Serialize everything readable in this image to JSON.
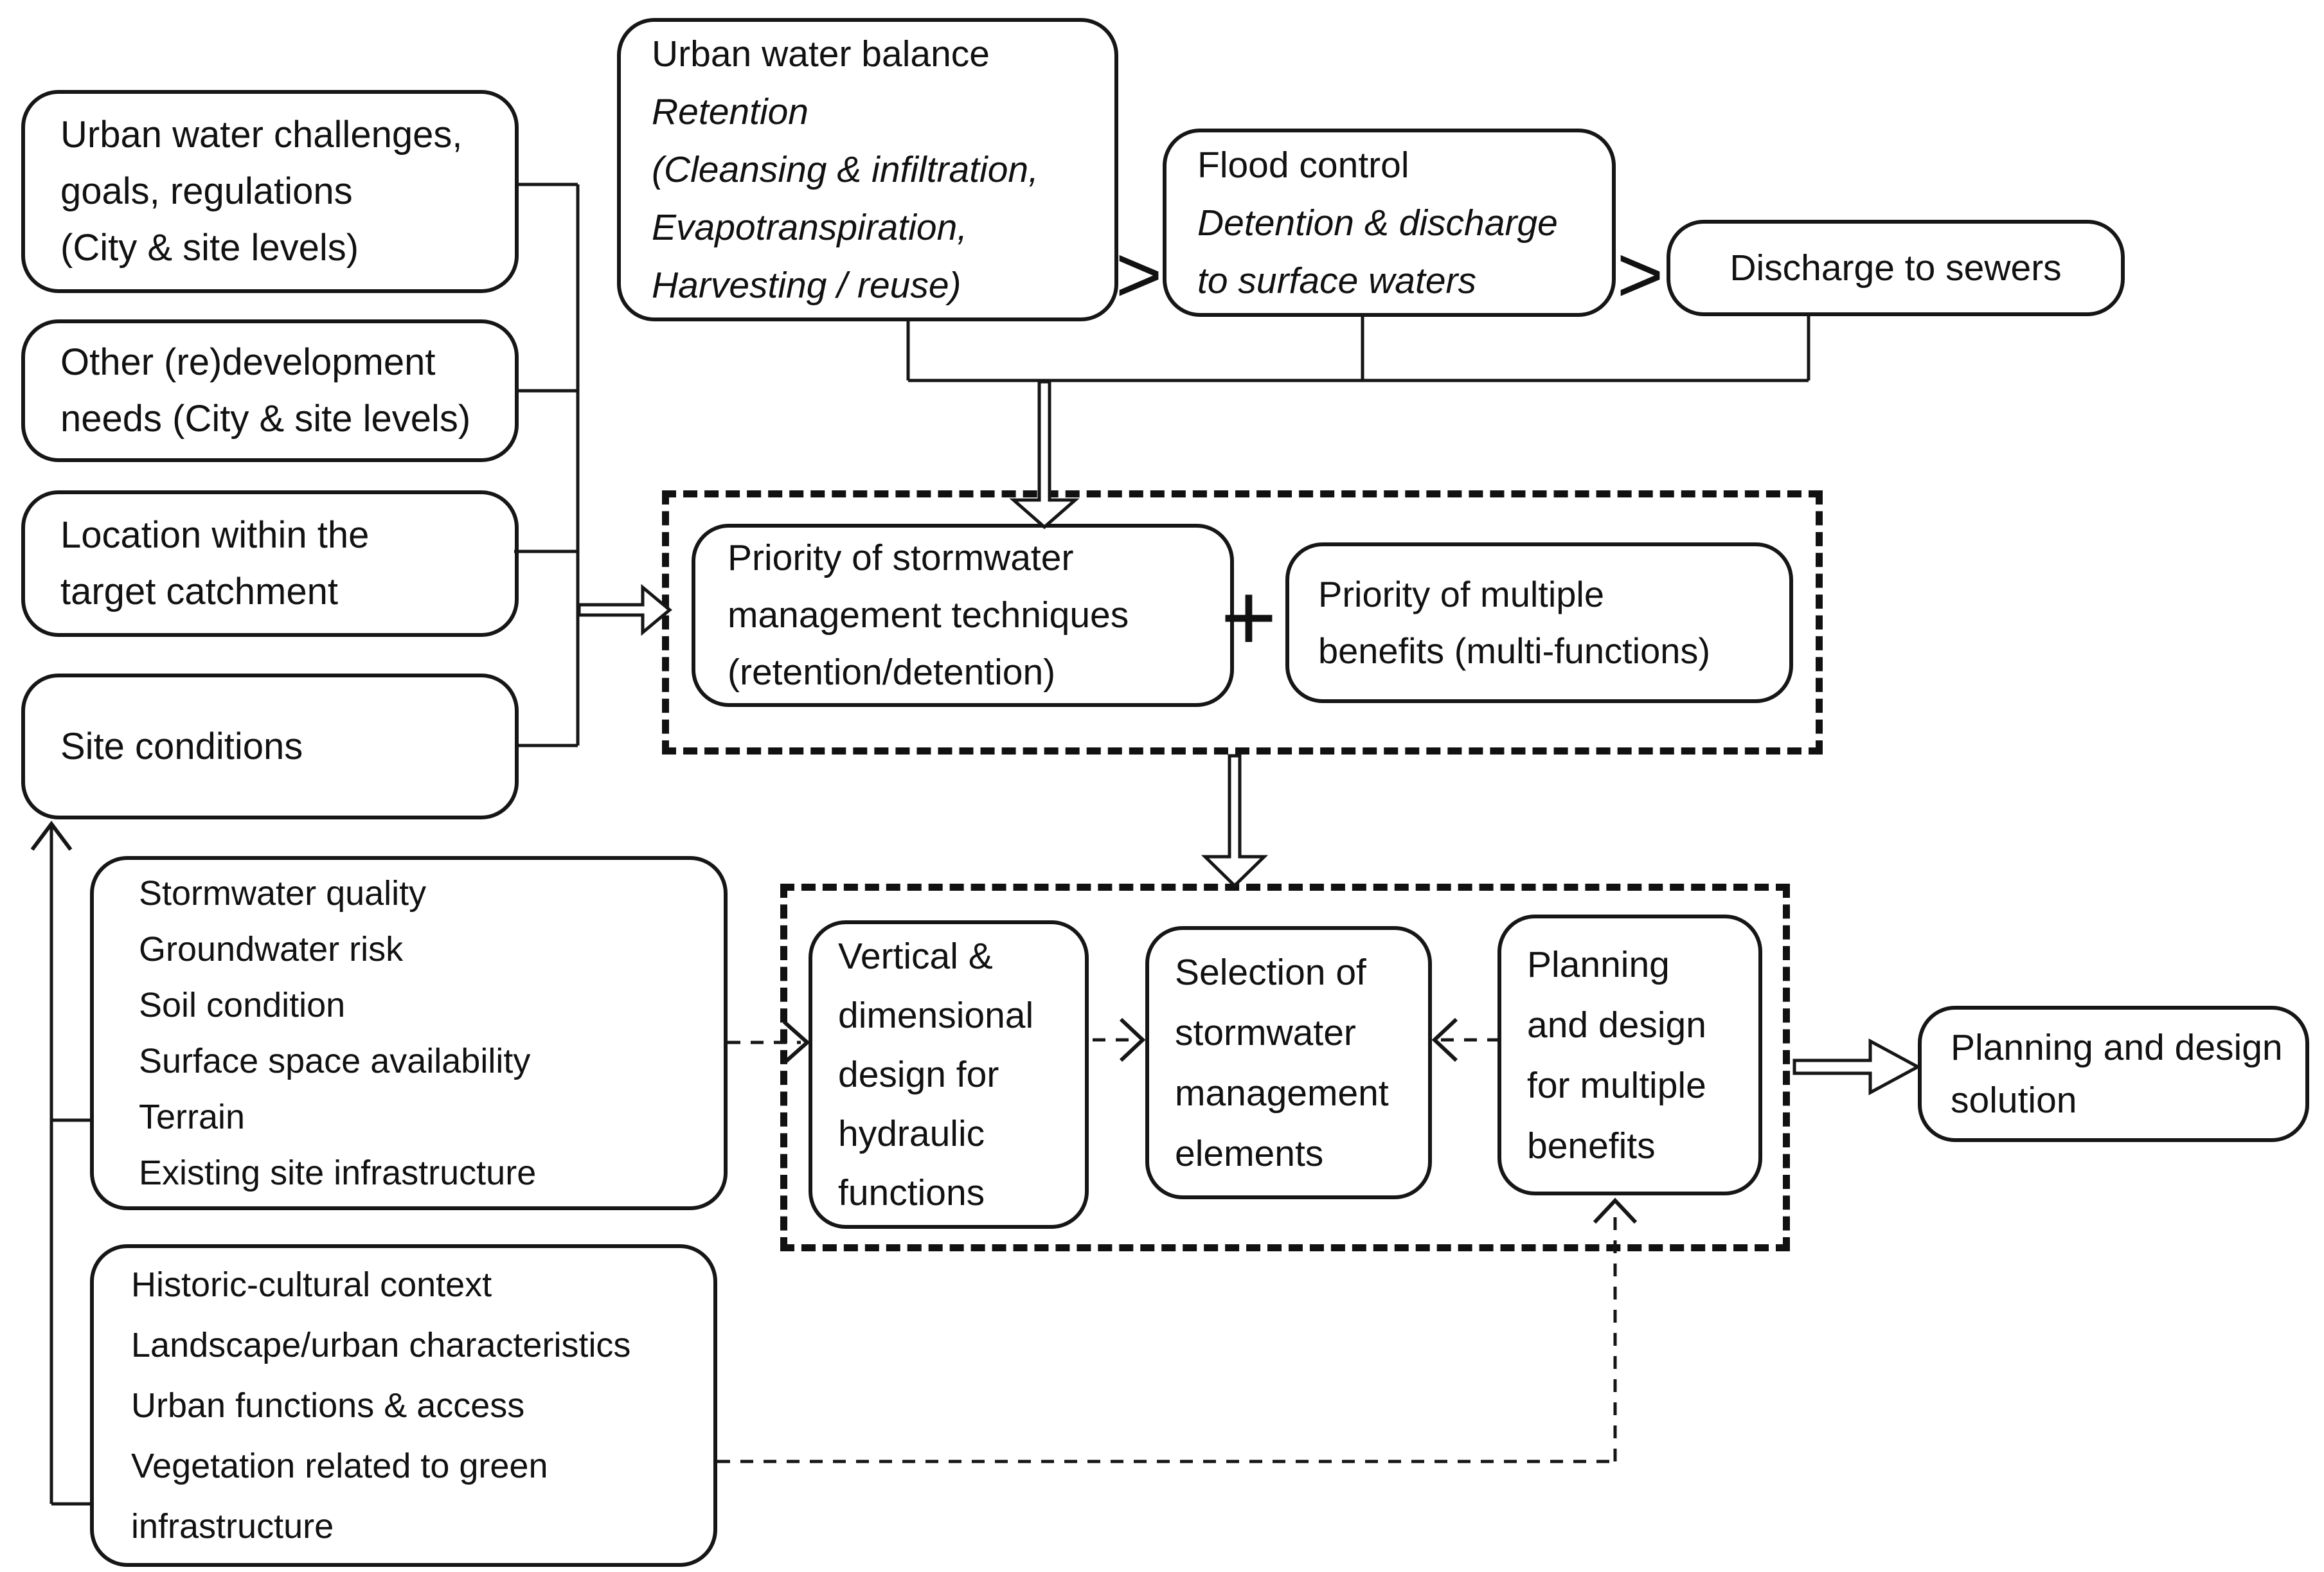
{
  "nodes": {
    "urban_challenges": {
      "lines": [
        "Urban water challenges,",
        "goals, regulations",
        "(City & site levels)"
      ]
    },
    "redevelopment": {
      "lines": [
        "Other (re)development",
        "needs (City & site levels)"
      ]
    },
    "location": {
      "lines": [
        "Location within the",
        "target catchment"
      ]
    },
    "site_conditions": {
      "lines": [
        "Site conditions"
      ]
    },
    "water_balance": {
      "lines": [
        "Urban water balance",
        "Retention",
        "(Cleansing & infiltration,",
        "Evapotranspiration,",
        "Harvesting / reuse)"
      ]
    },
    "flood_control": {
      "lines": [
        "Flood control",
        "Detention & discharge",
        "to surface waters"
      ]
    },
    "discharge_sewers": {
      "lines": [
        "Discharge to sewers"
      ]
    },
    "priority_techniques": {
      "lines": [
        "Priority of stormwater",
        "management techniques",
        "(retention/detention)"
      ]
    },
    "priority_benefits": {
      "lines": [
        "Priority of multiple",
        "benefits (multi-functions)"
      ]
    },
    "vertical_design": {
      "lines": [
        "Vertical &",
        "dimensional",
        "design for",
        "hydraulic",
        "functions"
      ]
    },
    "selection_elements": {
      "lines": [
        "Selection of",
        "stormwater",
        "management",
        "elements"
      ]
    },
    "planning_benefits": {
      "lines": [
        "Planning",
        "and design",
        "for multiple",
        "benefits"
      ]
    },
    "site_factors": {
      "lines": [
        "Stormwater quality",
        "Groundwater risk",
        "Soil condition",
        "Surface space availability",
        "Terrain",
        "Existing site infrastructure"
      ]
    },
    "context_factors": {
      "lines": [
        "Historic-cultural context",
        "Landscape/urban characteristics",
        "Urban functions & access",
        "Vegetation related to green",
        "infrastructure"
      ]
    },
    "solution": {
      "lines": [
        "Planning and design",
        "solution"
      ]
    }
  },
  "symbols": {
    "flow_chevron_1": ">",
    "flow_chevron_2": ">",
    "plus": "+"
  },
  "colors": {
    "stroke": "#161616",
    "background": "#ffffff"
  }
}
